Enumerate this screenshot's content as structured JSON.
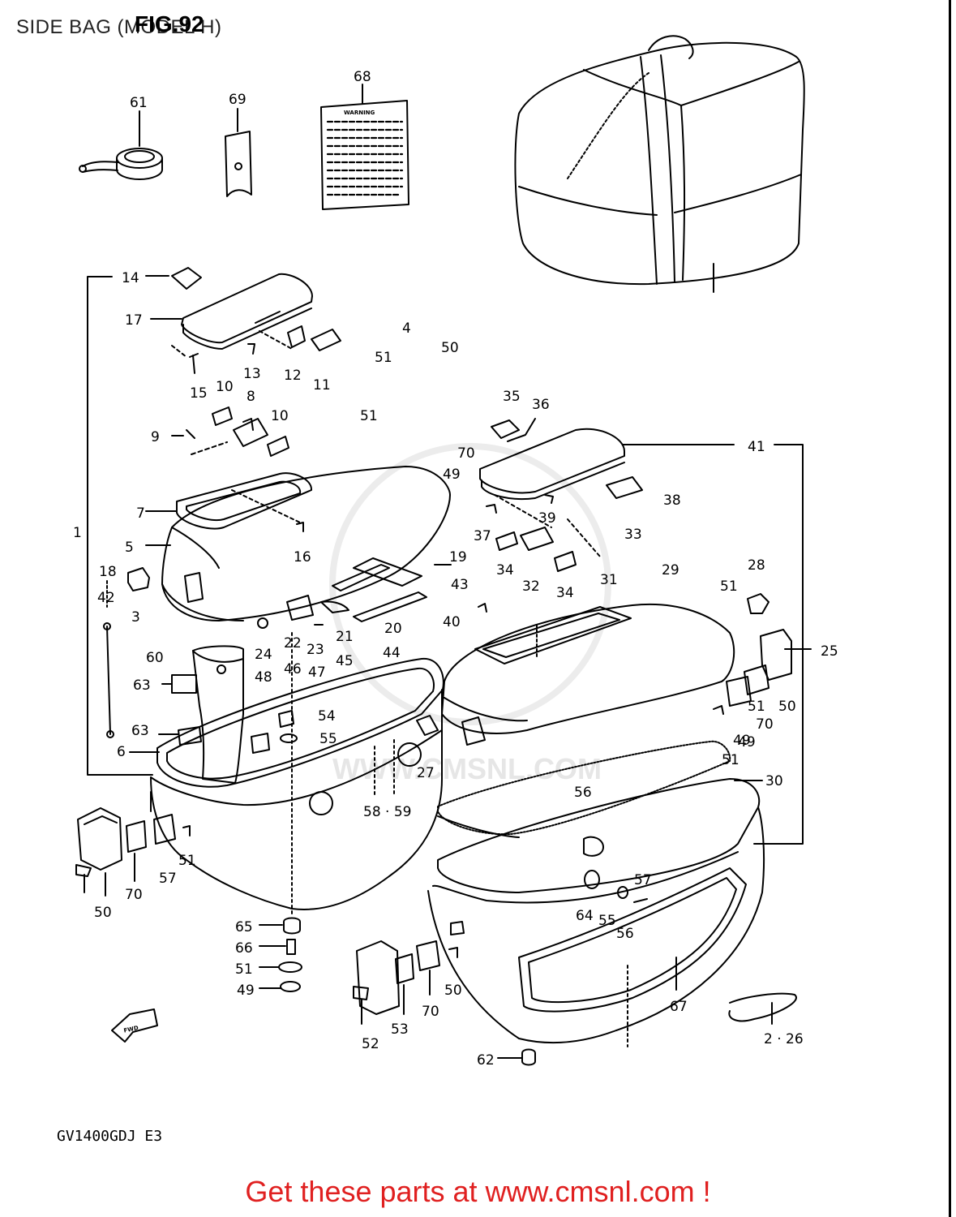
{
  "page": {
    "title": "SIDE BAG (MODEL H)",
    "figure": "FIG.92",
    "model_code": "GV1400GDJ E3",
    "promo": "Get these parts at www.cmsnl.com !",
    "watermark": "WWW.CMSNL.COM",
    "fwd_label": "FWD"
  },
  "warning_label": {
    "heading": "WARNING"
  },
  "callouts": [
    "61",
    "69",
    "68",
    "14",
    "17",
    "15",
    "13",
    "12",
    "11",
    "10",
    "8",
    "10",
    "9",
    "7",
    "5",
    "16",
    "1",
    "18",
    "42",
    "3",
    "4",
    "51",
    "50",
    "51",
    "49",
    "70",
    "35",
    "36",
    "41",
    "38",
    "33",
    "37",
    "39",
    "34",
    "32",
    "34",
    "31",
    "29",
    "28",
    "51",
    "25",
    "19",
    "43",
    "21",
    "45",
    "20",
    "44",
    "40",
    "60",
    "24",
    "22",
    "23",
    "63",
    "48",
    "46",
    "47",
    "54",
    "63",
    "55",
    "6",
    "27",
    "58 · 59",
    "50",
    "70",
    "30",
    "51",
    "49",
    "51",
    "50",
    "70",
    "49",
    "51",
    "57",
    "56",
    "64",
    "55",
    "57",
    "56",
    "65",
    "66",
    "51",
    "49",
    "50",
    "70",
    "52",
    "53",
    "67",
    "2 · 26",
    "62"
  ],
  "colors": {
    "line": "#000000",
    "promo": "#e02020",
    "watermark": "#e6e6e6"
  }
}
